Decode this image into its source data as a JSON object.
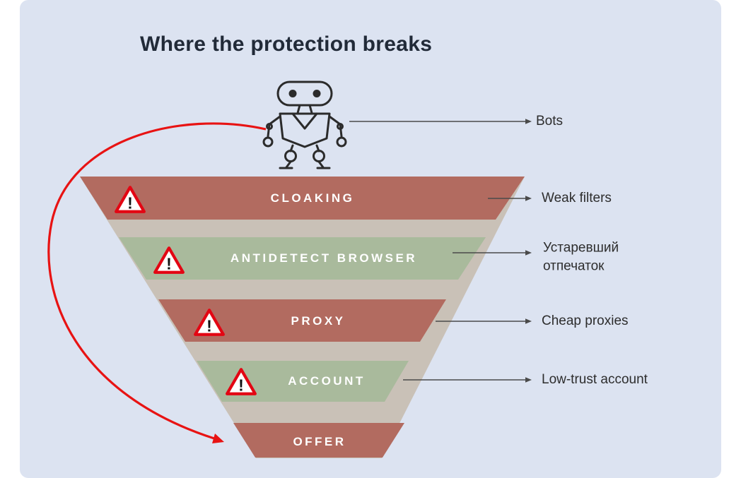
{
  "title": "Where the protection breaks",
  "top": {
    "label": "Bots"
  },
  "funnel": {
    "layers": [
      {
        "label": "CLOAKING",
        "annotation": "Weak filters"
      },
      {
        "label": "ANTIDETECT BROWSER",
        "annotation": "Устаревший отпечаток"
      },
      {
        "label": "PROXY",
        "annotation": "Cheap proxies"
      },
      {
        "label": "ACCOUNT",
        "annotation": "Low-trust account"
      },
      {
        "label": "OFFER",
        "annotation": ""
      }
    ]
  },
  "icons": {
    "warning_glyph": "!"
  },
  "colors": {
    "brick": "#b26b60",
    "sage": "#a9ba9c",
    "taupe": "#c9c1b7",
    "panel": "#dce3f1",
    "arrow": "#e81313",
    "warning_red": "#e30613",
    "line": "#4a4a4a"
  }
}
